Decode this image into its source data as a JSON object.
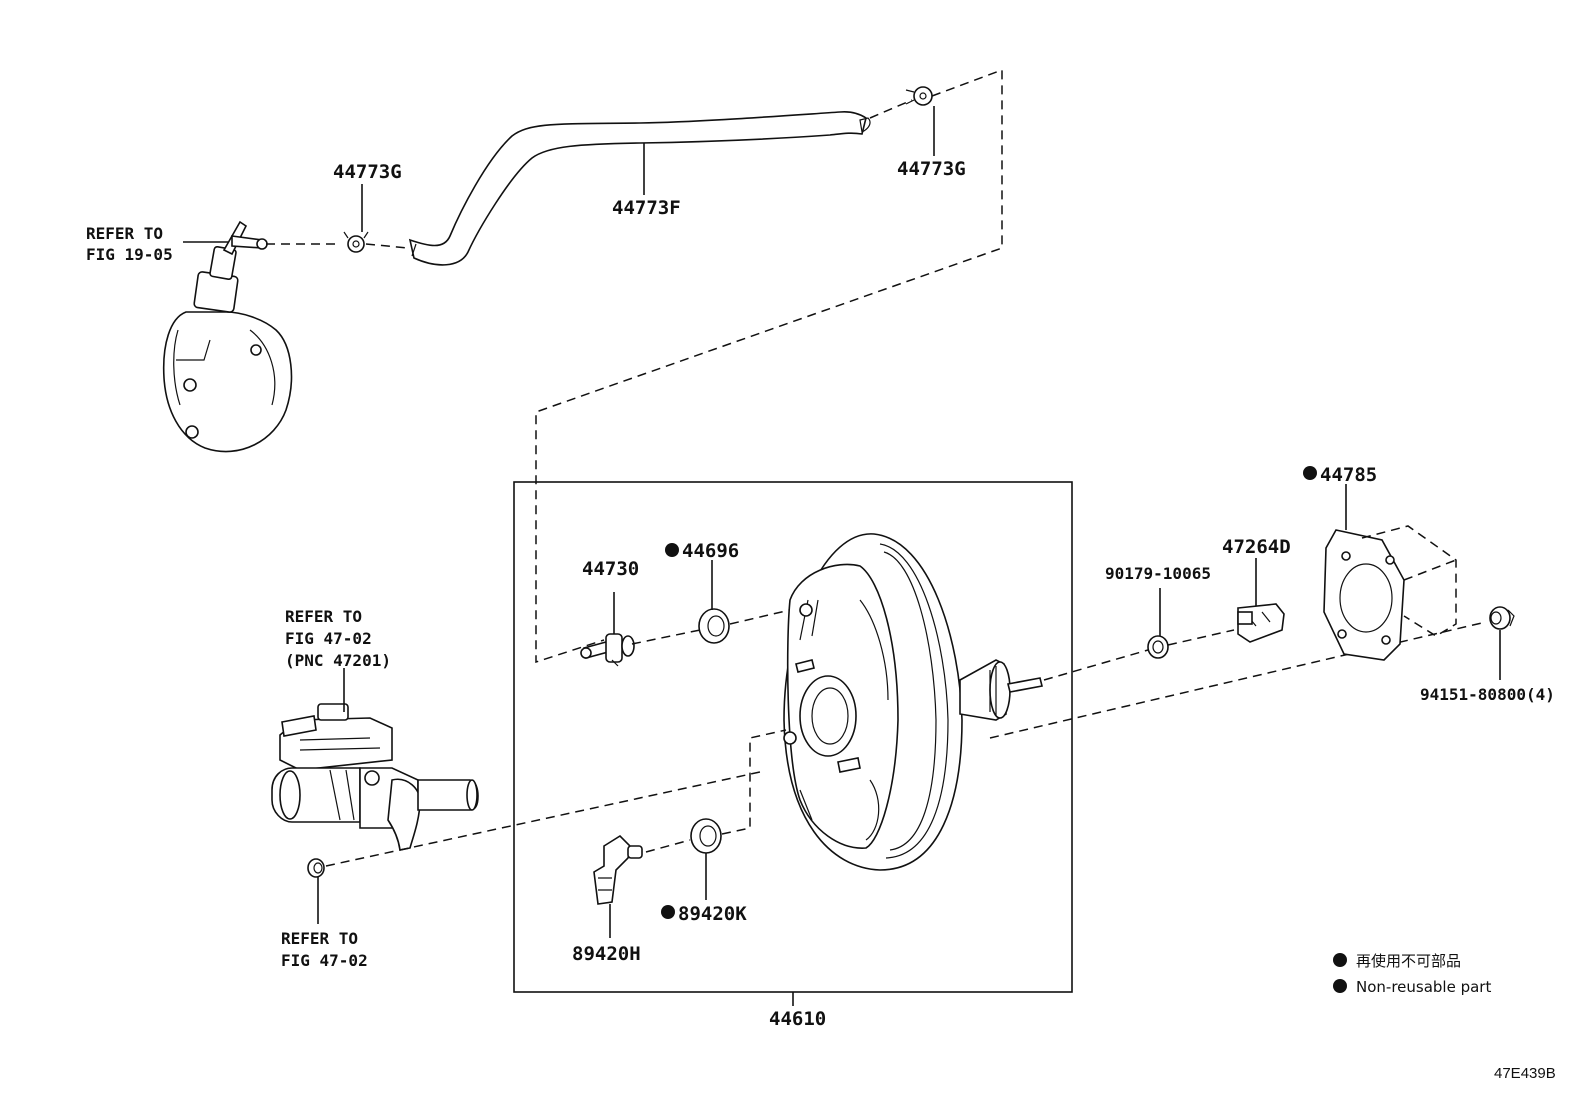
{
  "labels": {
    "clip_upper_left": "44773G",
    "hose": "44773F",
    "clip_upper_right": "44773G",
    "refer_pump_line1": "REFER TO",
    "refer_pump_line2": "FIG 19-05",
    "check_valve": "44730",
    "grommet": "44696",
    "refer_mc_line1": "REFER TO",
    "refer_mc_line2": "FIG 47-02",
    "refer_mc_line3": "(PNC 47201)",
    "refer_gasket_line1": "REFER TO",
    "refer_gasket_line2": "FIG 47-02",
    "sensor": "89420H",
    "sensor_grommet": "89420K",
    "booster_assy": "44610",
    "nut": "90179-10065",
    "clevis": "47264D",
    "booster_gasket": "44785",
    "bolt": "94151-80800(4)"
  },
  "legend": {
    "non_reusable_jp": "再使用不可部品",
    "non_reusable_en": "Non-reusable part"
  },
  "illustration_code": "47E439B"
}
